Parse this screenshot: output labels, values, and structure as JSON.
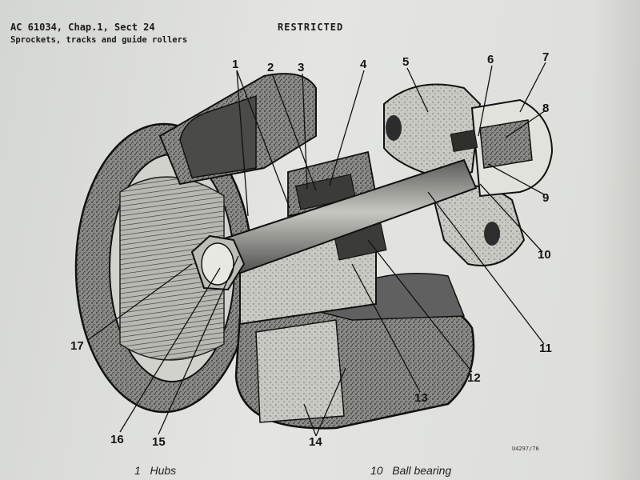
{
  "header": {
    "reference": "AC 61034, Chap.1, Sect 24",
    "section_title": "Sprockets, tracks and guide rollers",
    "classification": "RESTRICTED"
  },
  "figure": {
    "callouts": [
      "1",
      "2",
      "3",
      "4",
      "5",
      "6",
      "7",
      "8",
      "9",
      "10",
      "11",
      "12",
      "13",
      "14",
      "15",
      "16",
      "17"
    ],
    "plate_number": "U4297/76"
  },
  "legend": [
    {
      "number": "1",
      "label": "Hubs"
    },
    {
      "number": "10",
      "label": "Ball bearing"
    }
  ]
}
